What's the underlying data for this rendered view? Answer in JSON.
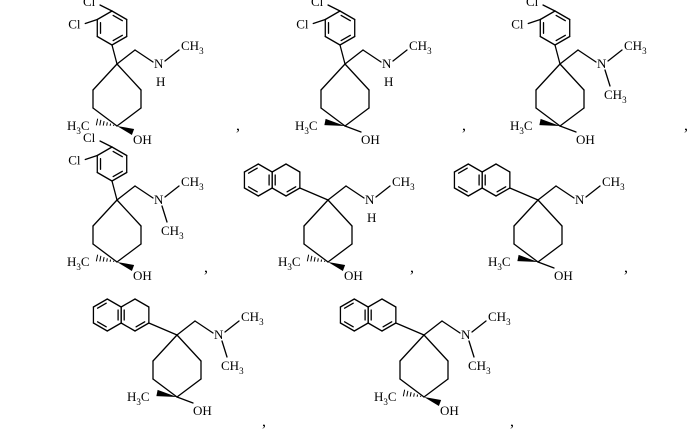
{
  "figure": {
    "compounds": [
      {
        "aryl": "dichlorophenyl",
        "amine": "NHMe",
        "stereo_c4": "hash",
        "stereo_oh": "wedge",
        "labels": {
          "cl_top": "Cl",
          "cl_bottom": "Cl",
          "n": "N",
          "h": "H",
          "ch3_n": "CH",
          "ch3_n_sub": "3",
          "ch3_c": "H",
          "ch3_c_sub": "3",
          "ch3_c_tail": "C",
          "oh": "OH"
        },
        "separator": ","
      },
      {
        "aryl": "dichlorophenyl",
        "amine": "NHMe",
        "stereo_c4": "wedge",
        "stereo_oh": "hash",
        "labels": {
          "cl_top": "Cl",
          "cl_bottom": "Cl",
          "n": "N",
          "h": "H",
          "ch3_n": "CH",
          "ch3_n_sub": "3",
          "ch3_c": "H",
          "ch3_c_sub": "3",
          "ch3_c_tail": "C",
          "oh": "OH"
        },
        "separator": ","
      },
      {
        "aryl": "dichlorophenyl",
        "amine": "NMe2",
        "stereo_c4": "wedge",
        "stereo_oh": "hash",
        "labels": {
          "cl_top": "Cl",
          "cl_bottom": "Cl",
          "n": "N",
          "ch3_n": "CH",
          "ch3_n_sub": "3",
          "ch3_n2": "CH",
          "ch3_n2_sub": "3",
          "ch3_c": "H",
          "ch3_c_sub": "3",
          "ch3_c_tail": "C",
          "oh": "OH"
        },
        "separator": ","
      },
      {
        "aryl": "dichlorophenyl",
        "amine": "NMe2",
        "stereo_c4": "hash",
        "stereo_oh": "wedge",
        "labels": {
          "cl_top": "Cl",
          "cl_bottom": "Cl",
          "n": "N",
          "ch3_n": "CH",
          "ch3_n_sub": "3",
          "ch3_n2": "CH",
          "ch3_n2_sub": "3",
          "ch3_c": "H",
          "ch3_c_sub": "3",
          "ch3_c_tail": "C",
          "oh": "OH"
        },
        "separator": ","
      },
      {
        "aryl": "naphthyl",
        "amine": "NHMe",
        "stereo_c4": "hash",
        "stereo_oh": "wedge",
        "labels": {
          "n": "N",
          "h": "H",
          "ch3_n": "CH",
          "ch3_n_sub": "3",
          "ch3_c": "H",
          "ch3_c_sub": "3",
          "ch3_c_tail": "C",
          "oh": "OH"
        },
        "separator": ","
      },
      {
        "aryl": "naphthyl",
        "amine": "NHMe",
        "stereo_c4": "wedge",
        "stereo_oh": "hash",
        "labels": {
          "n": "N",
          "ch3_n": "CH",
          "ch3_n_sub": "3",
          "ch3_c": "H",
          "ch3_c_sub": "3",
          "ch3_c_tail": "C",
          "oh": "OH"
        },
        "separator": ","
      },
      {
        "aryl": "naphthyl",
        "amine": "NMe2",
        "stereo_c4": "wedge",
        "stereo_oh": "hash",
        "labels": {
          "n": "N",
          "ch3_n": "CH",
          "ch3_n_sub": "3",
          "ch3_n2": "CH",
          "ch3_n2_sub": "3",
          "ch3_c": "H",
          "ch3_c_sub": "3",
          "ch3_c_tail": "C",
          "oh": "OH"
        },
        "separator": ","
      },
      {
        "aryl": "naphthyl",
        "amine": "NMe2",
        "stereo_c4": "hash",
        "stereo_oh": "wedge",
        "labels": {
          "n": "N",
          "ch3_n": "CH",
          "ch3_n_sub": "3",
          "ch3_n2": "CH",
          "ch3_n2_sub": "3",
          "ch3_c": "H",
          "ch3_c_sub": "3",
          "ch3_c_tail": "C",
          "oh": "OH"
        },
        "separator": ","
      }
    ]
  }
}
